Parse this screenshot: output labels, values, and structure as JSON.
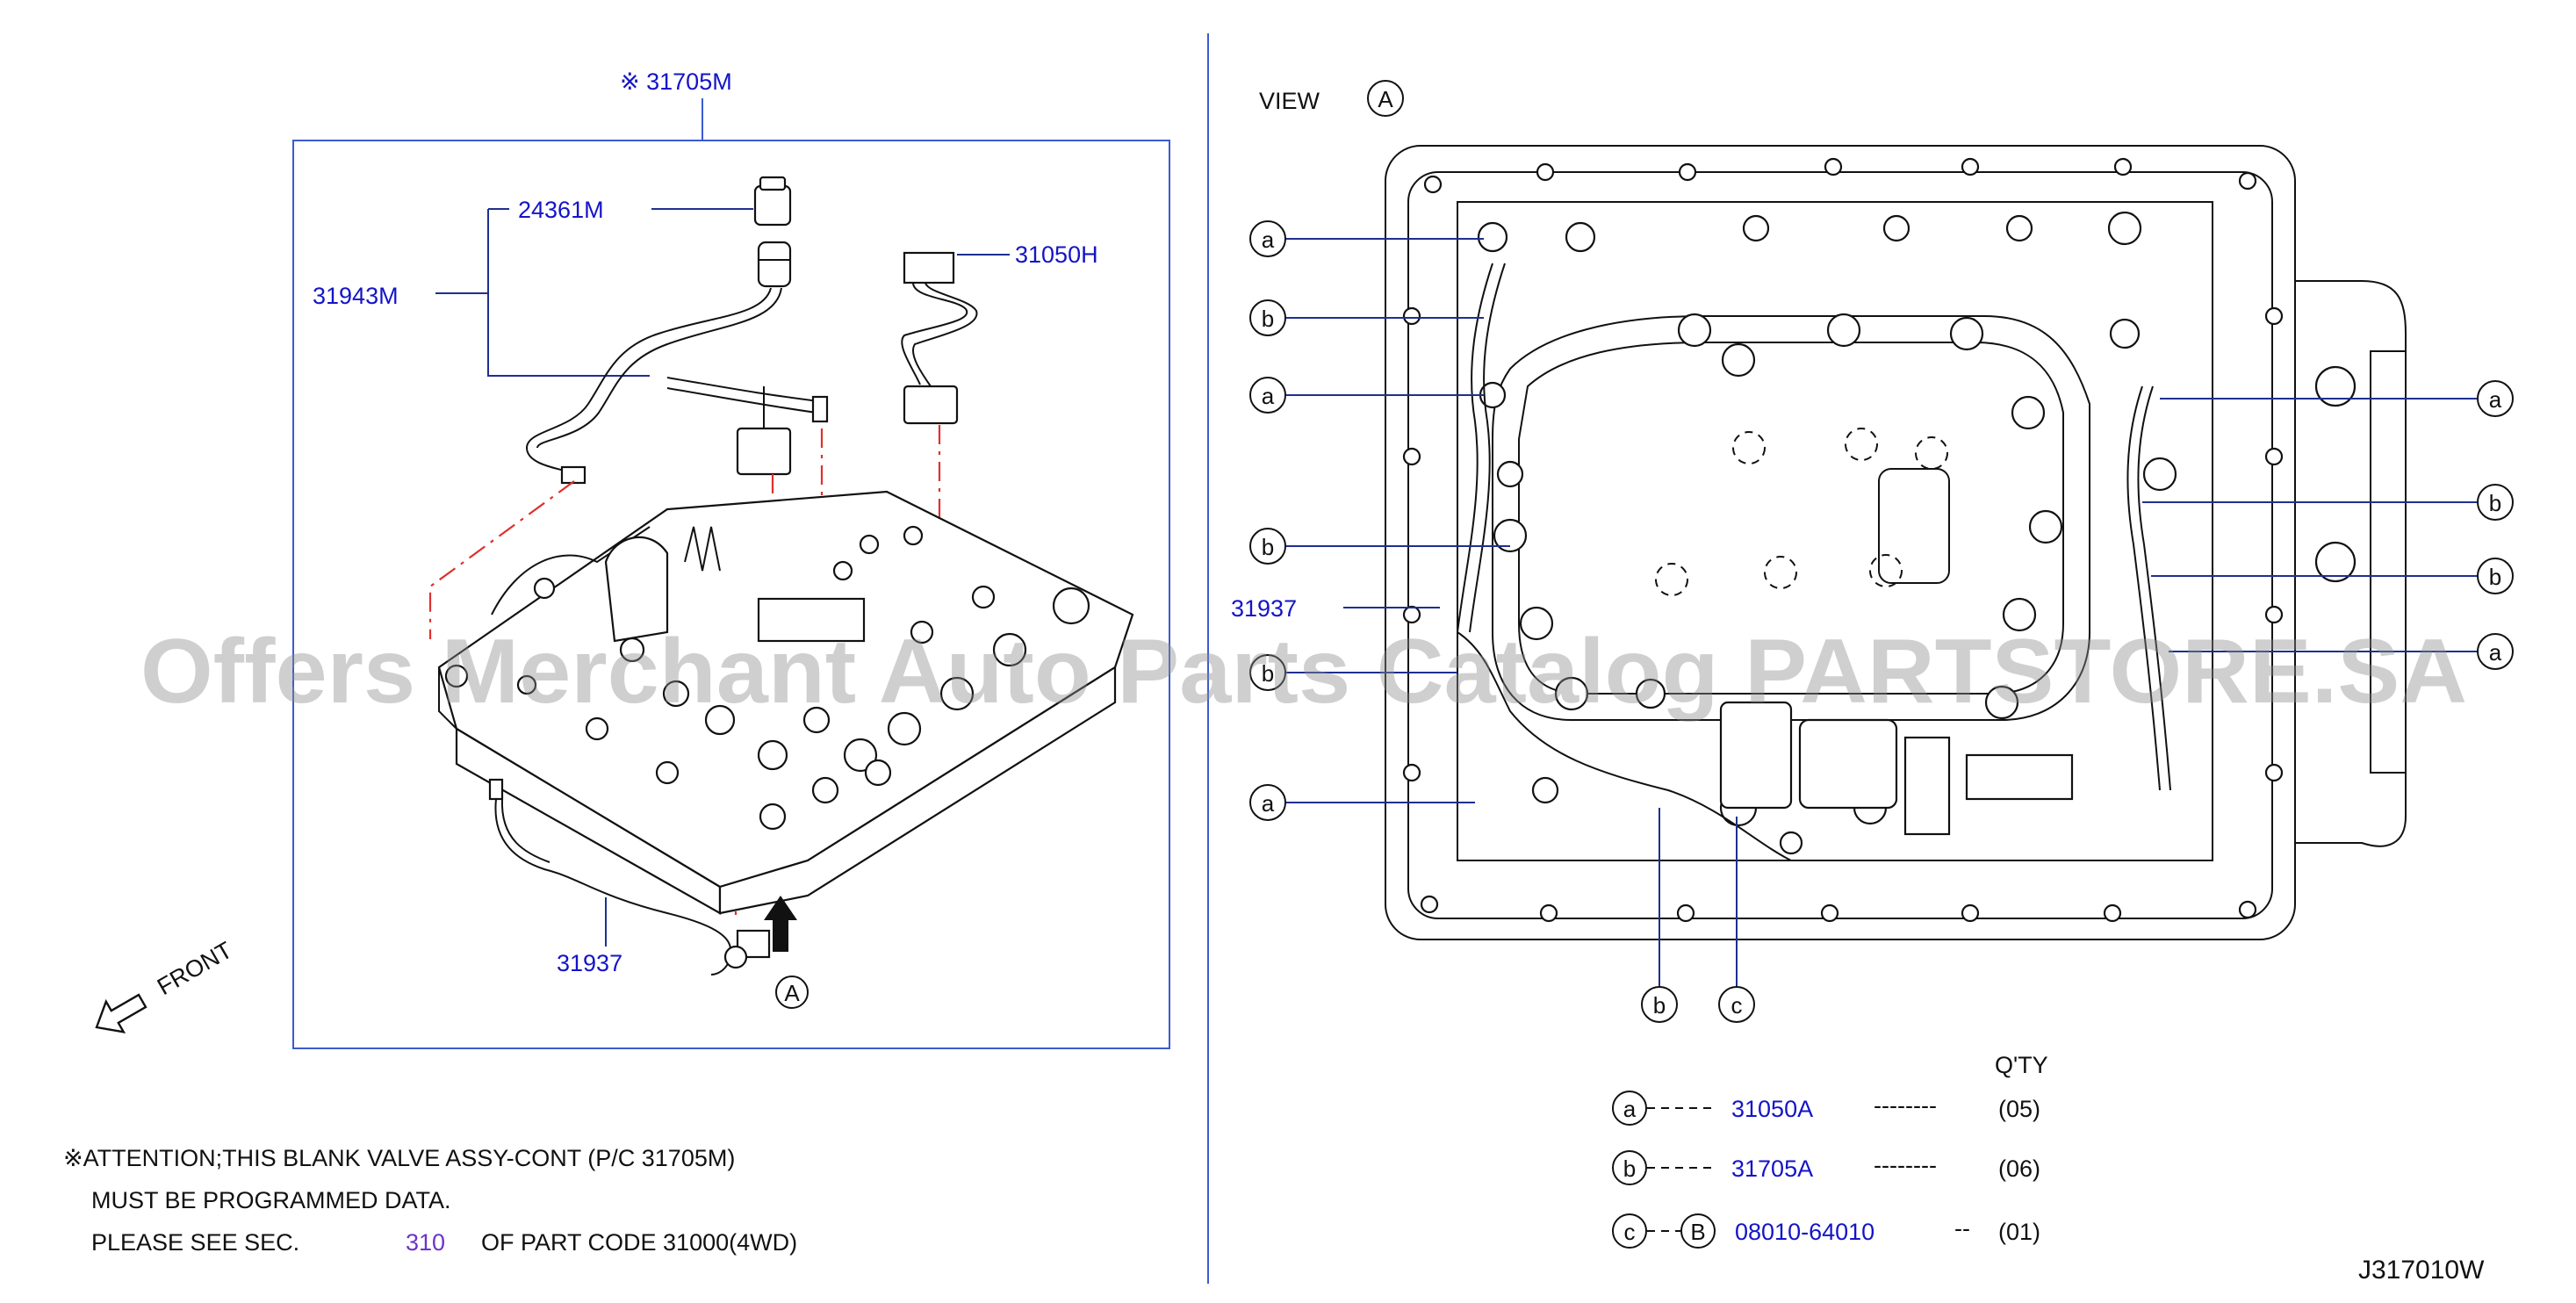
{
  "left_panel": {
    "assy_label": "※ 31705M",
    "part_24361M": "24361M",
    "part_31943M": "31943M",
    "part_31050H": "31050H",
    "part_31937": "31937",
    "view_ref": "A",
    "front_label": "FRONT"
  },
  "right_panel": {
    "view_title": "VIEW",
    "view_ref": "A",
    "part_31937": "31937",
    "callouts_left": [
      "a",
      "b",
      "a",
      "b",
      "b",
      "a"
    ],
    "callouts_right": [
      "a",
      "b",
      "b",
      "a"
    ],
    "callouts_bottom": [
      "b",
      "c"
    ]
  },
  "legend": {
    "header": "Q'TY",
    "rows": [
      {
        "marker": "a",
        "code": "31050A",
        "leader": "--------",
        "qty": "(05)"
      },
      {
        "marker": "b",
        "code": "31705A",
        "leader": "--------",
        "qty": "(06)"
      },
      {
        "marker": "c",
        "bolt": "B",
        "code": "08010-64010",
        "leader": "--",
        "qty": "(01)"
      }
    ]
  },
  "notes": {
    "line1": "※ATTENTION;THIS  BLANK  VALVE  ASSY-CONT  (P/C  31705M)",
    "line2": "MUST  BE  PROGRAMMED  DATA.",
    "line3_a": "PLEASE  SEE  SEC.",
    "line3_sec": "310",
    "line3_b": "OF  PART  CODE  31000(4WD)"
  },
  "diagram_code": "J317010W",
  "watermark": "Offers Merchant Auto Parts Catalog PARTSTORE.SA"
}
